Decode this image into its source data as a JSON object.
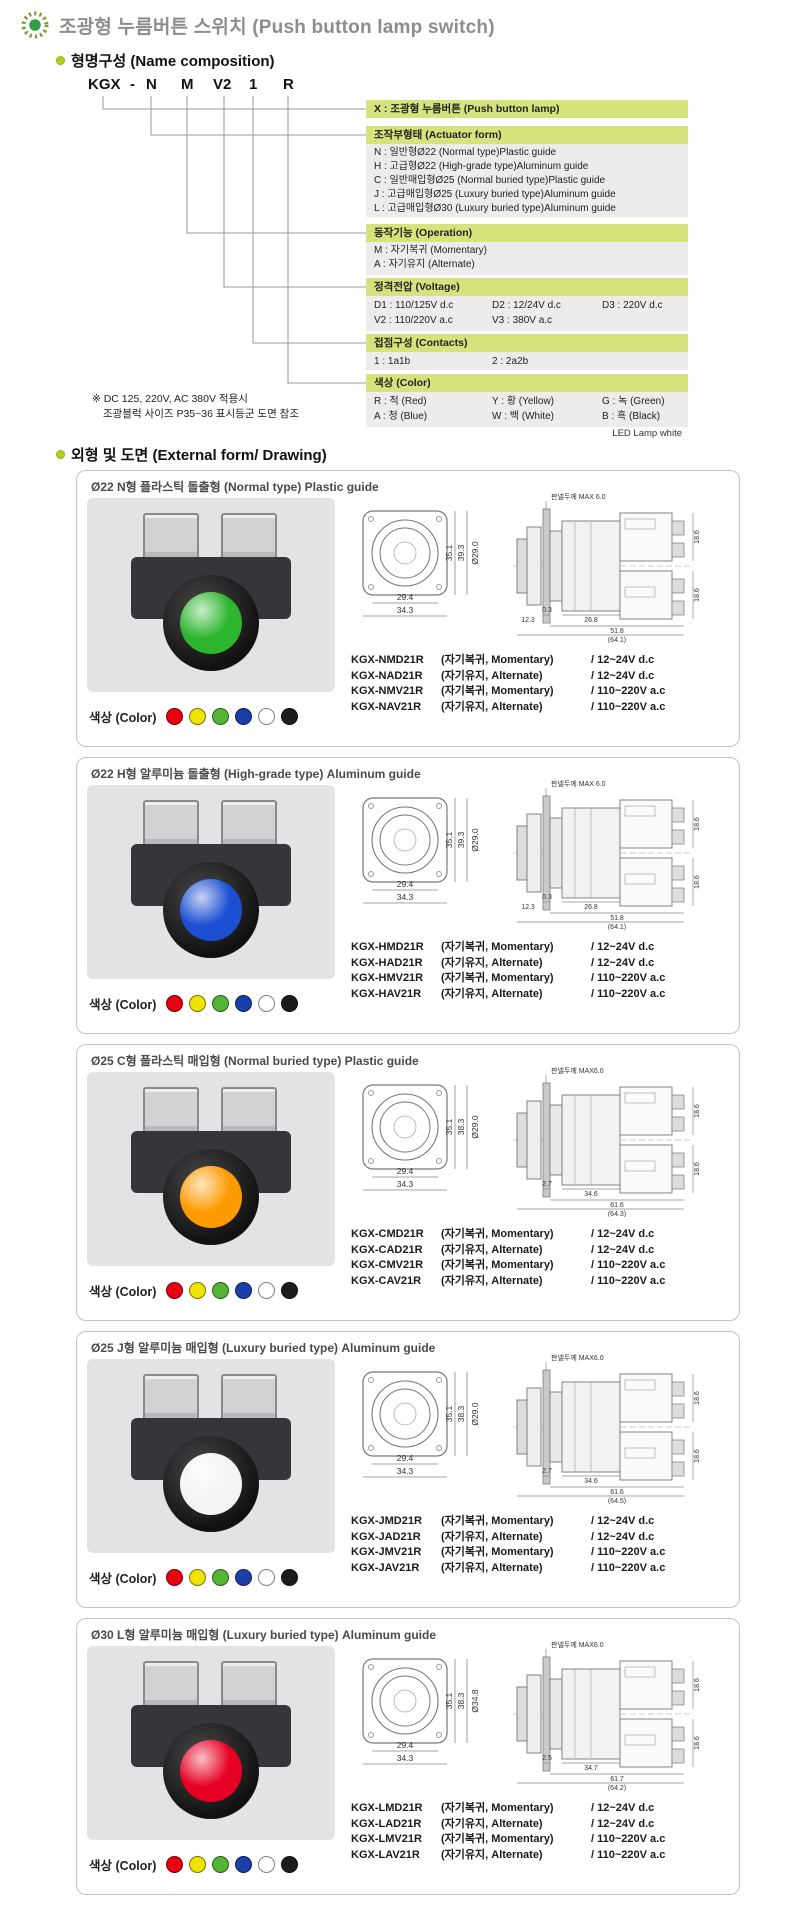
{
  "page": {
    "title": "조광형 누름버튼 스위치 (Push button lamp switch)"
  },
  "sections": {
    "name_composition": "형명구성 (Name composition)",
    "external_form": "외형 및 도면 (External form/ Drawing)"
  },
  "name_composition": {
    "code_parts": [
      "KGX",
      "-",
      "N",
      "M",
      "V2",
      "1",
      "R"
    ],
    "x_box": "X : 조광형 누름버튼 (Push button lamp)",
    "groups": [
      {
        "header": "조작부형태 (Actuator form)",
        "lines": [
          "N : 일반형Ø22 (Normal type)Plastic guide",
          "H : 고급형Ø22 (High-grade type)Aluminum guide",
          "C : 일반매입형Ø25 (Normal buried type)Plastic guide",
          "J : 고급매입형Ø25 (Luxury buried type)Aluminum guide",
          "L : 고급매입형Ø30 (Luxury buried type)Aluminum guide"
        ]
      },
      {
        "header": "동작기능 (Operation)",
        "lines": [
          "M : 자기복귀 (Momentary)",
          "A : 자기유지 (Alternate)"
        ]
      },
      {
        "header": "정격전압 (Voltage)",
        "rows": [
          [
            "D1 : 110/125V d.c",
            "D2 : 12/24V d.c",
            "D3 : 220V d.c"
          ],
          [
            "V2 : 110/220V a.c",
            "V3 : 380V a.c",
            ""
          ]
        ]
      },
      {
        "header": "접점구성 (Contacts)",
        "rows": [
          [
            "1 : 1a1b",
            "2 : 2a2b",
            ""
          ]
        ]
      },
      {
        "header": "색상 (Color)",
        "rows": [
          [
            "R : 적 (Red)",
            "Y : 황 (Yellow)",
            "G : 녹 (Green)"
          ],
          [
            "A : 청 (Blue)",
            "W : 백 (White)",
            "B : 흑 (Black)"
          ]
        ],
        "footnote": "LED Lamp white"
      }
    ],
    "note_line1": "※ DC 125, 220V, AC 380V 적용시",
    "note_line2": "조광블럭 사이즈 P35~36 표시등군 도면 참조"
  },
  "external_form": {
    "color_label": "색상 (Color)",
    "swatch_names": [
      "red",
      "yellow",
      "green",
      "blue",
      "white",
      "black"
    ],
    "swatches": [
      "#e60012",
      "#efe400",
      "#54b434",
      "#1b3faa",
      "#ffffff",
      "#1c1c1c"
    ],
    "products": [
      {
        "title": "Ø22 N형 플라스틱 돌출형 (Normal type) Plastic guide",
        "button_color": "#2db52d",
        "front_dims": {
          "w1": "29.4",
          "w2": "34.3",
          "h1": "35.1",
          "h2": "39.3",
          "dia": "Ø29.0"
        },
        "side_dims": {
          "panel": "판넬두께 MAX 6.0",
          "d1": "0.3",
          "d2": "26.8",
          "d3": "12.3",
          "d4": "51.8",
          "d5": "(64.1)",
          "r1": "18.6",
          "r2": "18.6"
        },
        "models": [
          {
            "code": "KGX-NMD21R",
            "mode": "(자기복귀, Momentary)",
            "volt": "/ 12~24V d.c"
          },
          {
            "code": "KGX-NAD21R",
            "mode": "(자기유지, Alternate)",
            "volt": "/ 12~24V d.c"
          },
          {
            "code": "KGX-NMV21R",
            "mode": "(자기복귀, Momentary)",
            "volt": "/ 110~220V a.c"
          },
          {
            "code": "KGX-NAV21R",
            "mode": "(자기유지, Alternate)",
            "volt": "/ 110~220V a.c"
          }
        ]
      },
      {
        "title": "Ø22 H형 알루미늄 돌출형 (High-grade type) Aluminum guide",
        "button_color": "#1d4fd2",
        "front_dims": {
          "w1": "29.4",
          "w2": "34.3",
          "h1": "35.1",
          "h2": "39.3",
          "dia": "Ø29.0"
        },
        "side_dims": {
          "panel": "판넬두께 MAX 6.0",
          "d1": "0.3",
          "d2": "26.8",
          "d3": "12.3",
          "d4": "51.8",
          "d5": "(64.1)",
          "r1": "18.6",
          "r2": "18.6"
        },
        "models": [
          {
            "code": "KGX-HMD21R",
            "mode": "(자기복귀, Momentary)",
            "volt": "/ 12~24V d.c"
          },
          {
            "code": "KGX-HAD21R",
            "mode": "(자기유지, Alternate)",
            "volt": "/ 12~24V d.c"
          },
          {
            "code": "KGX-HMV21R",
            "mode": "(자기복귀, Momentary)",
            "volt": "/ 110~220V a.c"
          },
          {
            "code": "KGX-HAV21R",
            "mode": "(자기유지, Alternate)",
            "volt": "/ 110~220V a.c"
          }
        ]
      },
      {
        "title": "Ø25 C형 플라스틱 매입형 (Normal buried type) Plastic guide",
        "button_color": "#ff9a00",
        "front_dims": {
          "w1": "29.4",
          "w2": "34.3",
          "h1": "35.1",
          "h2": "38.3",
          "dia": "Ø29.0"
        },
        "side_dims": {
          "panel": "판넬두께 MAX6.0",
          "d1": "2.7",
          "d2": "34.6",
          "d3": "",
          "d4": "61.6",
          "d5": "(64.3)",
          "r1": "18.6",
          "r2": "18.6"
        },
        "models": [
          {
            "code": "KGX-CMD21R",
            "mode": "(자기복귀, Momentary)",
            "volt": "/ 12~24V d.c"
          },
          {
            "code": "KGX-CAD21R",
            "mode": "(자기유지, Alternate)",
            "volt": "/ 12~24V d.c"
          },
          {
            "code": "KGX-CMV21R",
            "mode": "(자기복귀, Momentary)",
            "volt": "/ 110~220V a.c"
          },
          {
            "code": "KGX-CAV21R",
            "mode": "(자기유지, Alternate)",
            "volt": "/ 110~220V a.c"
          }
        ]
      },
      {
        "title": "Ø25 J형 알루미늄 매입형 (Luxury buried type) Aluminum guide",
        "button_color": "#f4f4f4",
        "front_dims": {
          "w1": "29.4",
          "w2": "34.3",
          "h1": "35.1",
          "h2": "38.3",
          "dia": "Ø29.0"
        },
        "side_dims": {
          "panel": "판넬두께 MAX6.0",
          "d1": "2.7",
          "d2": "34.6",
          "d3": "",
          "d4": "61.6",
          "d5": "(64.5)",
          "r1": "18.6",
          "r2": "18.6"
        },
        "models": [
          {
            "code": "KGX-JMD21R",
            "mode": "(자기복귀, Momentary)",
            "volt": "/ 12~24V d.c"
          },
          {
            "code": "KGX-JAD21R",
            "mode": "(자기유지, Alternate)",
            "volt": "/ 12~24V d.c"
          },
          {
            "code": "KGX-JMV21R",
            "mode": "(자기복귀, Momentary)",
            "volt": "/ 110~220V a.c"
          },
          {
            "code": "KGX-JAV21R",
            "mode": "(자기유지, Alternate)",
            "volt": "/ 110~220V a.c"
          }
        ]
      },
      {
        "title": "Ø30 L형 알루미늄 매입형 (Luxury buried type) Aluminum guide",
        "button_color": "#e60023",
        "front_dims": {
          "w1": "29.4",
          "w2": "34.3",
          "h1": "35.1",
          "h2": "38.3",
          "dia": "Ø34.8"
        },
        "side_dims": {
          "panel": "판넬두께 MAX6.0",
          "d1": "2.5",
          "d2": "34.7",
          "d3": "",
          "d4": "61.7",
          "d5": "(64.2)",
          "r1": "18.6",
          "r2": "18.6"
        },
        "models": [
          {
            "code": "KGX-LMD21R",
            "mode": "(자기복귀, Momentary)",
            "volt": "/ 12~24V d.c"
          },
          {
            "code": "KGX-LAD21R",
            "mode": "(자기유지, Alternate)",
            "volt": "/ 12~24V d.c"
          },
          {
            "code": "KGX-LMV21R",
            "mode": "(자기복귀, Momentary)",
            "volt": "/ 110~220V a.c"
          },
          {
            "code": "KGX-LAV21R",
            "mode": "(자기유지, Alternate)",
            "volt": "/ 110~220V a.c"
          }
        ]
      }
    ]
  }
}
